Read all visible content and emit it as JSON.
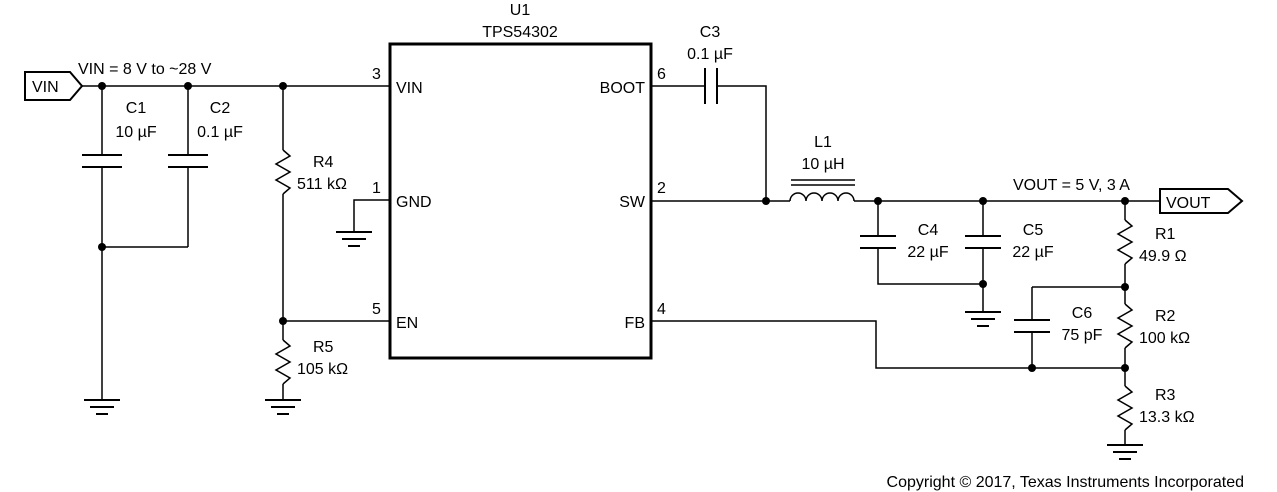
{
  "ic": {
    "ref": "U1",
    "part": "TPS54302",
    "pins": {
      "vin_num": "3",
      "vin": "VIN",
      "gnd_num": "1",
      "gnd": "GND",
      "en_num": "5",
      "en": "EN",
      "boot_num": "6",
      "boot": "BOOT",
      "sw_num": "2",
      "sw": "SW",
      "fb_num": "4",
      "fb": "FB"
    }
  },
  "ports": {
    "vin": "VIN",
    "vout": "VOUT"
  },
  "nets": {
    "vin_label": "VIN = 8 V to ~28 V",
    "vout_label": "VOUT = 5 V, 3 A"
  },
  "parts": {
    "c1": {
      "ref": "C1",
      "value": "10 µF"
    },
    "c2": {
      "ref": "C2",
      "value": "0.1 µF"
    },
    "c3": {
      "ref": "C3",
      "value": "0.1 µF"
    },
    "c4": {
      "ref": "C4",
      "value": "22 µF"
    },
    "c5": {
      "ref": "C5",
      "value": "22 µF"
    },
    "c6": {
      "ref": "C6",
      "value": "75 pF"
    },
    "l1": {
      "ref": "L1",
      "value": "10 µH"
    },
    "r1": {
      "ref": "R1",
      "value": "49.9 Ω"
    },
    "r2": {
      "ref": "R2",
      "value": "100 kΩ"
    },
    "r3": {
      "ref": "R3",
      "value": "13.3 kΩ"
    },
    "r4": {
      "ref": "R4",
      "value": "511 kΩ"
    },
    "r5": {
      "ref": "R5",
      "value": "105 kΩ"
    }
  },
  "copyright": "Copyright © 2017, Texas Instruments Incorporated"
}
